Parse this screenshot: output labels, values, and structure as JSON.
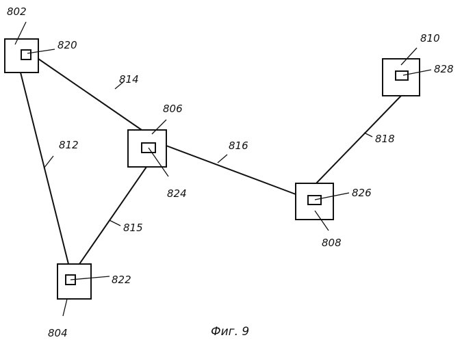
{
  "figure": {
    "caption": "Фиг. 9",
    "nodes": [
      {
        "id": "802",
        "label": "802",
        "component_label": "820"
      },
      {
        "id": "804",
        "label": "804",
        "component_label": "822"
      },
      {
        "id": "806",
        "label": "806",
        "component_label": "824"
      },
      {
        "id": "808",
        "label": "808",
        "component_label": "826"
      },
      {
        "id": "810",
        "label": "810",
        "component_label": "828"
      }
    ],
    "links": [
      {
        "label": "812",
        "from": "802",
        "to": "804"
      },
      {
        "label": "814",
        "from": "802",
        "to": "806"
      },
      {
        "label": "815",
        "from": "806",
        "to": "804"
      },
      {
        "label": "816",
        "from": "806",
        "to": "808"
      },
      {
        "label": "818",
        "from": "810",
        "to": "808"
      }
    ]
  }
}
